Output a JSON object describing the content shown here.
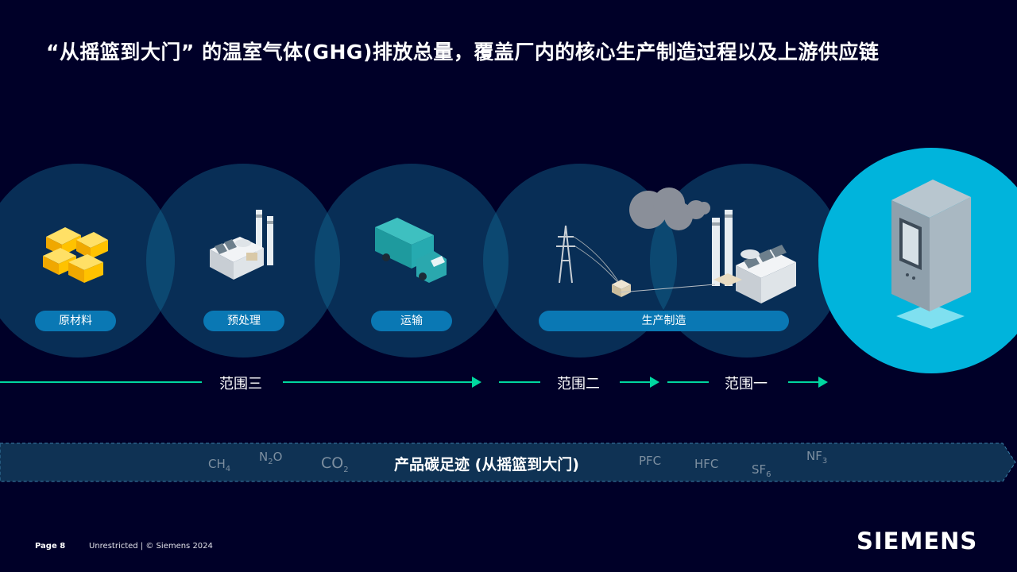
{
  "title": "“从摇篮到大门” 的温室气体(GHG)排放总量，覆盖厂内的核心生产制造过程以及上游供应链",
  "stages": [
    {
      "label": "原材料",
      "icon": "raw-materials-icon"
    },
    {
      "label": "预处理",
      "icon": "factory-icon"
    },
    {
      "label": "运输",
      "icon": "truck-icon"
    },
    {
      "label": "生产制造",
      "icon": "power-plant-icon"
    }
  ],
  "scopes": {
    "scope3": "范围三",
    "scope2": "范围二",
    "scope1": "范围一"
  },
  "band": {
    "title": "产品碳足迹 (从摇篮到大门)",
    "gases": [
      {
        "base": "CH",
        "sub": "4"
      },
      {
        "base": "N",
        "sub": "2",
        "tail": "O"
      },
      {
        "base": "CO",
        "sub": "2"
      },
      {
        "base": "PFC"
      },
      {
        "base": "HFC"
      },
      {
        "base": "SF",
        "sub": "6"
      },
      {
        "base": "NF",
        "sub": "3"
      }
    ]
  },
  "footer": {
    "page": "Page 8",
    "note": "Unrestricted | © Siemens 2024",
    "logo": "SIEMENS"
  },
  "colors": {
    "background": "#000028",
    "accent": "#00d7a0",
    "highlight": "#00b4dc",
    "pill": "#0a78b4"
  }
}
